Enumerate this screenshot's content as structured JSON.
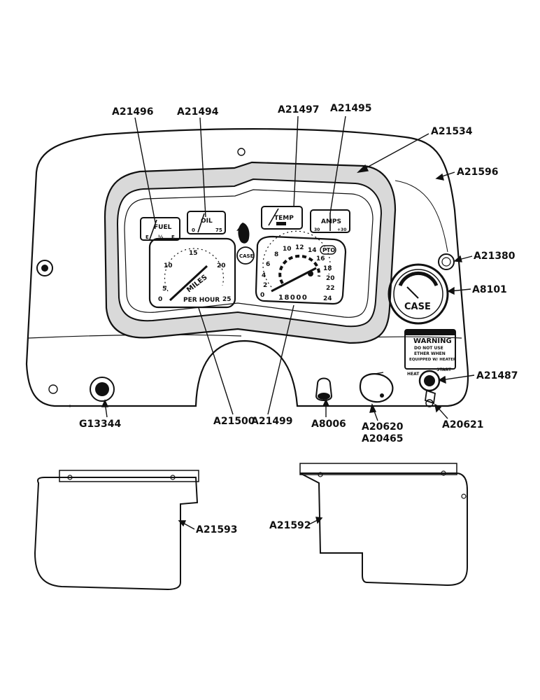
{
  "diagram": {
    "part_labels": [
      "A21496",
      "A21494",
      "A21497",
      "A21495",
      "A21534",
      "A21596",
      "A21380",
      "A8101",
      "A21487",
      "A20621",
      "A20620",
      "A20465",
      "A8006",
      "A21499",
      "A21500",
      "G13344",
      "A21593",
      "A21592"
    ],
    "gauges": {
      "fuel": {
        "title": "FUEL",
        "marks": [
          "E",
          "½",
          "F"
        ]
      },
      "oil": {
        "title": "OIL",
        "marks": [
          "0",
          "75"
        ]
      },
      "temp": {
        "title": "TEMP"
      },
      "amps": {
        "title": "AMPS",
        "marks": [
          "30",
          "+30"
        ]
      },
      "speedometer": {
        "ticks": [
          "0",
          "5",
          "10",
          "15",
          "20",
          "25"
        ],
        "line1": "MILES",
        "line2": "PER HOUR"
      },
      "tachometer": {
        "ticks": [
          "0",
          "2",
          "4",
          "6",
          "8",
          "10",
          "12",
          "14",
          "16",
          "18",
          "20",
          "22",
          "24"
        ],
        "badge": "PTO",
        "odometer": "18000"
      },
      "oil_pressure_gauge": {
        "brand": "CASE"
      }
    },
    "emblem_text": "CASE",
    "warning_plate": {
      "title": "WARNING",
      "lines": [
        "DO NOT USE",
        "ETHER WHEN",
        "EQUIPPED W/ HEATER"
      ],
      "switch_marks": [
        "HEAT",
        "START"
      ]
    }
  }
}
